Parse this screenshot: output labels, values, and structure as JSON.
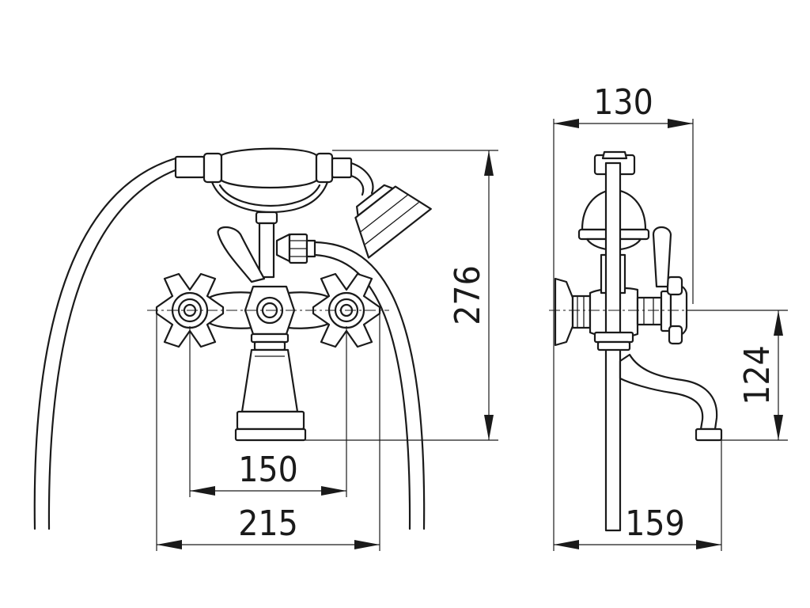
{
  "dimensions": {
    "height_overall": "276",
    "inlet_spacing": "150",
    "overall_width": "215",
    "depth": "130",
    "spout_height": "124",
    "spout_reach": "159"
  }
}
